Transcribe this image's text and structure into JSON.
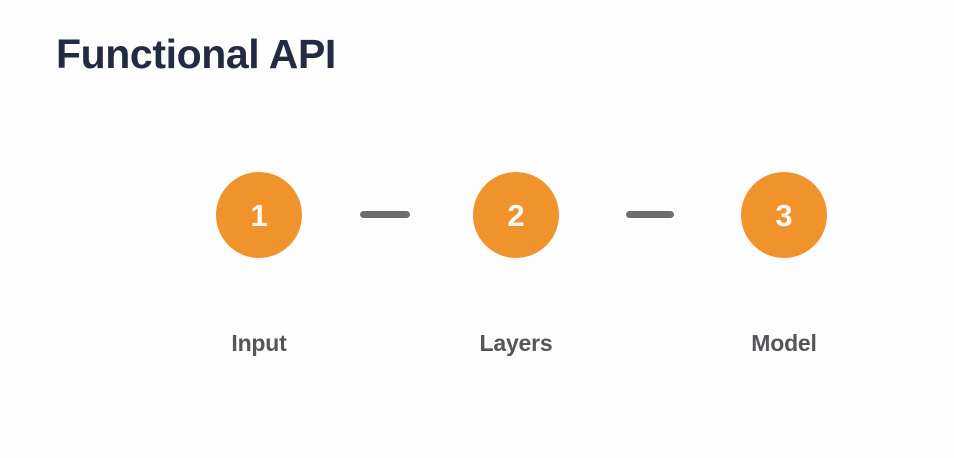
{
  "slide": {
    "title": "Functional API",
    "background_color": "#fdfdfd",
    "title_color": "#232b42"
  },
  "diagram": {
    "type": "horizontal-step-flow",
    "accent_color": "#f0932d",
    "connector_color": "#6e6e6e",
    "label_color": "#56565a",
    "number_color": "#fdfaf4",
    "steps": [
      {
        "number": "1",
        "label": "Input"
      },
      {
        "number": "2",
        "label": "Layers"
      },
      {
        "number": "3",
        "label": "Model"
      }
    ],
    "connectors": [
      {
        "name": "connector-1-2"
      },
      {
        "name": "connector-2-3"
      }
    ]
  }
}
